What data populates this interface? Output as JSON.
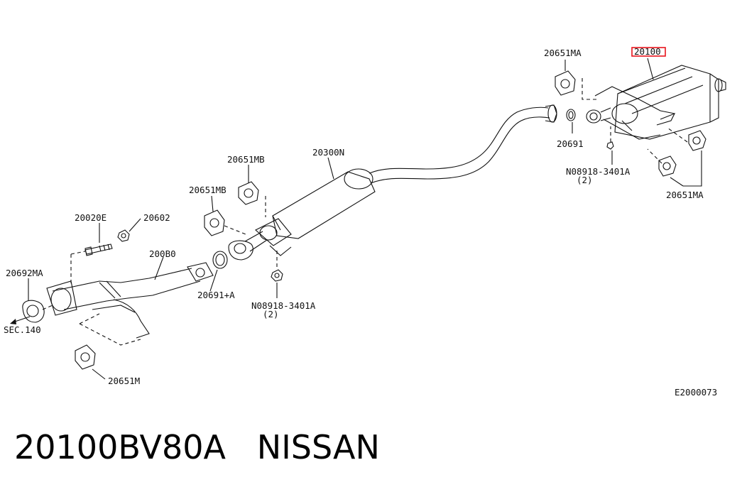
{
  "diagram": {
    "part_labels": {
      "p20651MA_top": "20651MA",
      "p20100": "20100",
      "p20691": "20691",
      "p08918_a": "N08918-3401A",
      "p08918_a_qty": "(2)",
      "p20651MA_right": "20651MA",
      "p20651MB_a": "20651MB",
      "p20300N": "20300N",
      "p20651MB_b": "20651MB",
      "p20020E": "20020E",
      "p20602": "20602",
      "p200B0": "200B0",
      "p20692MA": "20692MA",
      "sec140": "SEC.140",
      "p20691A": "20691+A",
      "p08918_b": "N08918-3401A",
      "p08918_b_qty": "(2)",
      "p20651M": "20651M"
    },
    "drawing_code": "E2000073",
    "highlight_color": "#e8141c"
  },
  "caption": {
    "text": "20100BV80A   NISSAN"
  }
}
